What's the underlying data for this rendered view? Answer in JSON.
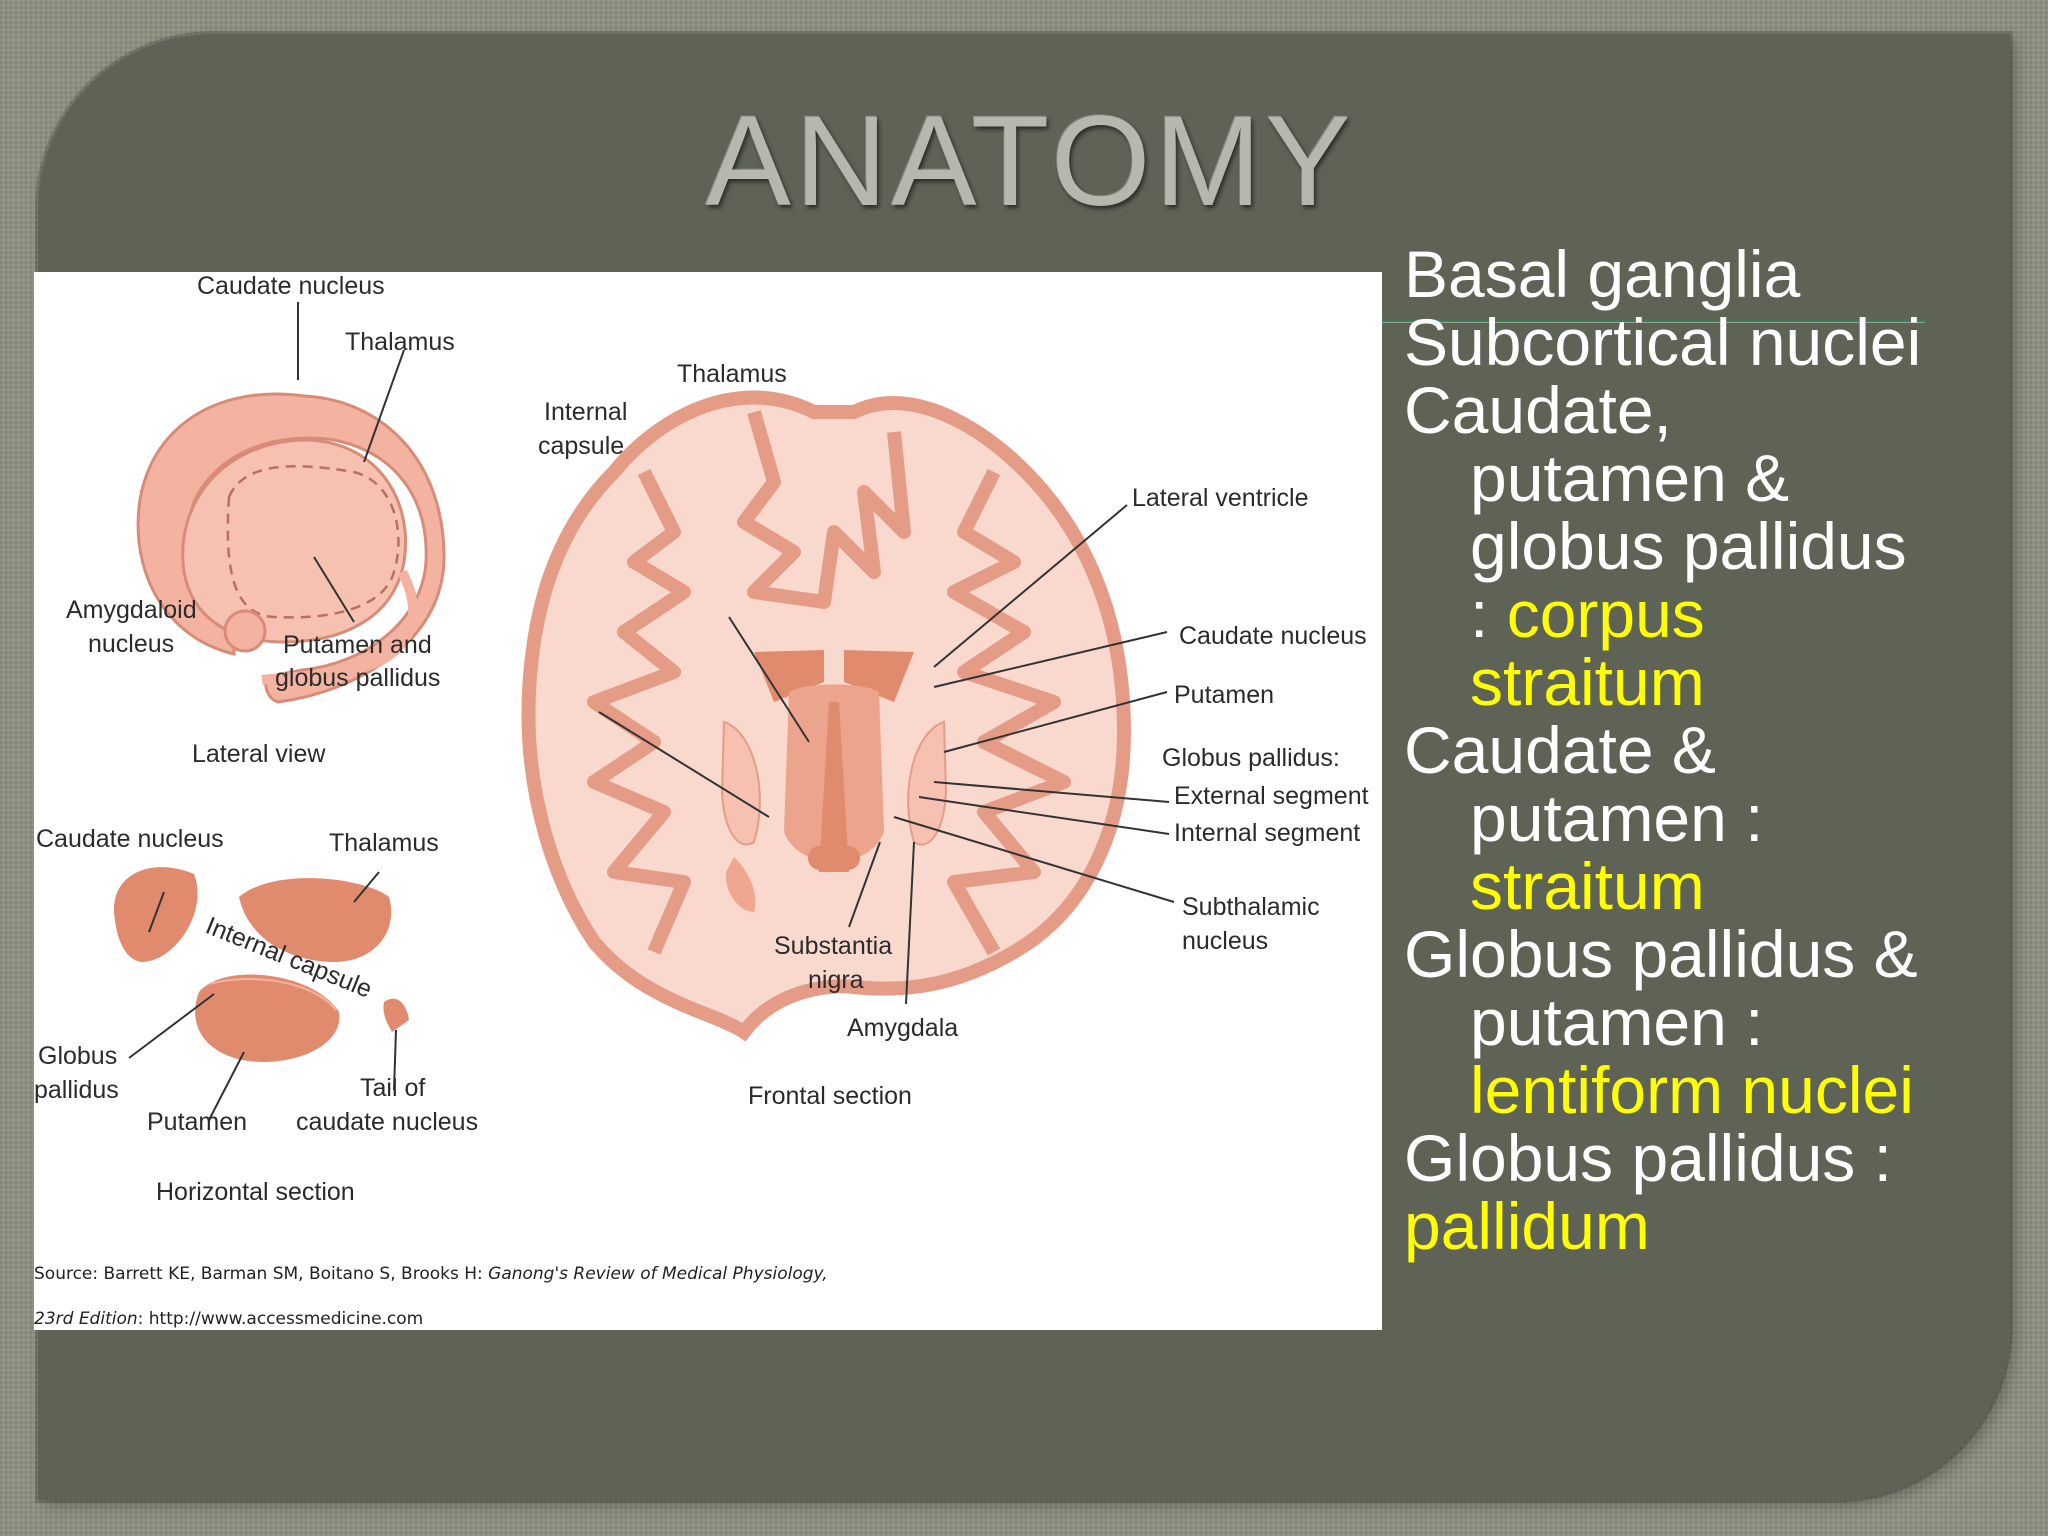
{
  "slide": {
    "title": "ANATOMY",
    "colors": {
      "panel": "#5e6356",
      "text": "#ffffff",
      "highlight": "#ffff00",
      "title": "#b6b8ad"
    }
  },
  "diagram": {
    "lateral": {
      "caudate_nucleus": "Caudate nucleus",
      "thalamus": "Thalamus",
      "amygdaloid_1": "Amygdaloid",
      "amygdaloid_2": "nucleus",
      "putamen_1": "Putamen and",
      "putamen_2": "globus pallidus",
      "caption": "Lateral view"
    },
    "horizontal": {
      "caudate_nucleus": "Caudate nucleus",
      "thalamus": "Thalamus",
      "internal_capsule": "Internal capsule",
      "globus_1": "Globus",
      "globus_2": "pallidus",
      "tail_1": "Tail of",
      "tail_2": "caudate nucleus",
      "putamen": "Putamen",
      "caption": "Horizontal section"
    },
    "frontal": {
      "thalamus": "Thalamus",
      "internal_1": "Internal",
      "internal_2": "capsule",
      "lateral_ventricle": "Lateral ventricle",
      "caudate_nucleus": "Caudate nucleus",
      "putamen": "Putamen",
      "globus_pallidus": "Globus pallidus:",
      "external_segment": "External segment",
      "internal_segment": "Internal segment",
      "subthalamic_1": "Subthalamic",
      "subthalamic_2": "nucleus",
      "substantia_1": "Substantia",
      "substantia_2": "nigra",
      "amygdala": "Amygdala",
      "caption": "Frontal section"
    },
    "source_line1": "Source: Barrett KE, Barman SM, Boitano S, Brooks H: ",
    "source_line1_italic": "Ganong's Review of Medical Physiology,",
    "source_line2_italic": "23rd Edition",
    "source_line2": ": http://www.accessmedicine.com"
  },
  "bullets": [
    {
      "text": "Basal ganglia"
    },
    {
      "text": "Subcortical nuclei"
    },
    {
      "lines": [
        "Caudate,",
        "putamen &",
        "globus pallidus",
        ": "
      ],
      "highlight": [
        "corpus",
        "straitum"
      ]
    },
    {
      "lines": [
        "Caudate &",
        "putamen :"
      ],
      "highlight": [
        "straitum"
      ]
    },
    {
      "lines": [
        "Globus pallidus &",
        "putamen :"
      ],
      "highlight": [
        "lentiform nuclei"
      ]
    },
    {
      "lines": [
        "Globus pallidus :"
      ],
      "highlight": [
        "pallidum"
      ]
    }
  ]
}
